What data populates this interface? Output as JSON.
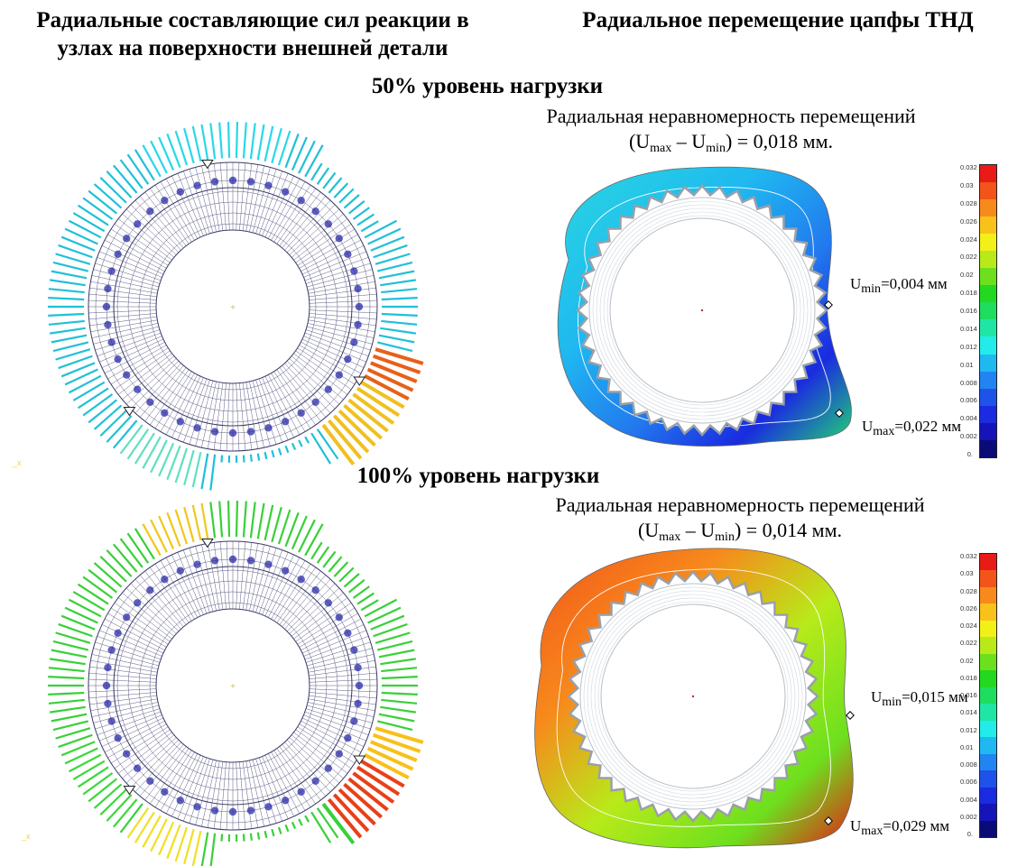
{
  "headers": {
    "left_title_line1": "Радиальные составляющие сил реакции в",
    "left_title_line2": "узлах на поверхности внешней детали",
    "right_title": "Радиальное перемещение цапфы ТНД"
  },
  "sections": [
    {
      "load_label": "50% уровень нагрузки",
      "caption_line1": "Радиальная неравномерность перемещений",
      "caption_line2_open": "(U",
      "caption_line2_sub1": "max",
      "caption_line2_mid": " – U",
      "caption_line2_sub2": "min",
      "caption_line2_close": ") = 0,018 мм.",
      "umin_prefix": "U",
      "umin_sub": "min",
      "umin_value": "=0,004 мм",
      "umax_prefix": "U",
      "umax_sub": "max",
      "umax_value": "=0,022 мм",
      "uniformity_mm": 0.018,
      "umin_mm": 0.004,
      "umax_mm": 0.022
    },
    {
      "load_label": "100% уровень нагрузки",
      "caption_line1": "Радиальная неравномерность перемещений",
      "caption_line2_open": "(U",
      "caption_line2_sub1": "max",
      "caption_line2_mid": " – U",
      "caption_line2_sub2": "min",
      "caption_line2_close": ") = 0,014 мм.",
      "umin_prefix": "U",
      "umin_sub": "min",
      "umin_value": "=0,015 мм",
      "umax_prefix": "U",
      "umax_sub": "max",
      "umax_value": "=0,029 мм",
      "uniformity_mm": 0.014,
      "umin_mm": 0.015,
      "umax_mm": 0.029
    }
  ],
  "colorbar": {
    "labels": [
      "0.032",
      "0.03",
      "0.028",
      "0.026",
      "0.024",
      "0.022",
      "0.02",
      "0.018",
      "0.016",
      "0.014",
      "0.012",
      "0.01",
      "0.008",
      "0.006",
      "0.004",
      "0.002",
      "0."
    ],
    "colors": [
      "#e81b17",
      "#f2541a",
      "#f78a1c",
      "#f9c21b",
      "#f3f018",
      "#b8ea1a",
      "#6de01e",
      "#23d821",
      "#1fdd5e",
      "#1fe6a4",
      "#22ecea",
      "#1fb8f0",
      "#2184f0",
      "#1f52e8",
      "#1a2be0",
      "#1414b8",
      "#0b0b78"
    ]
  },
  "corner_marks": [
    "_x",
    "_x"
  ]
}
